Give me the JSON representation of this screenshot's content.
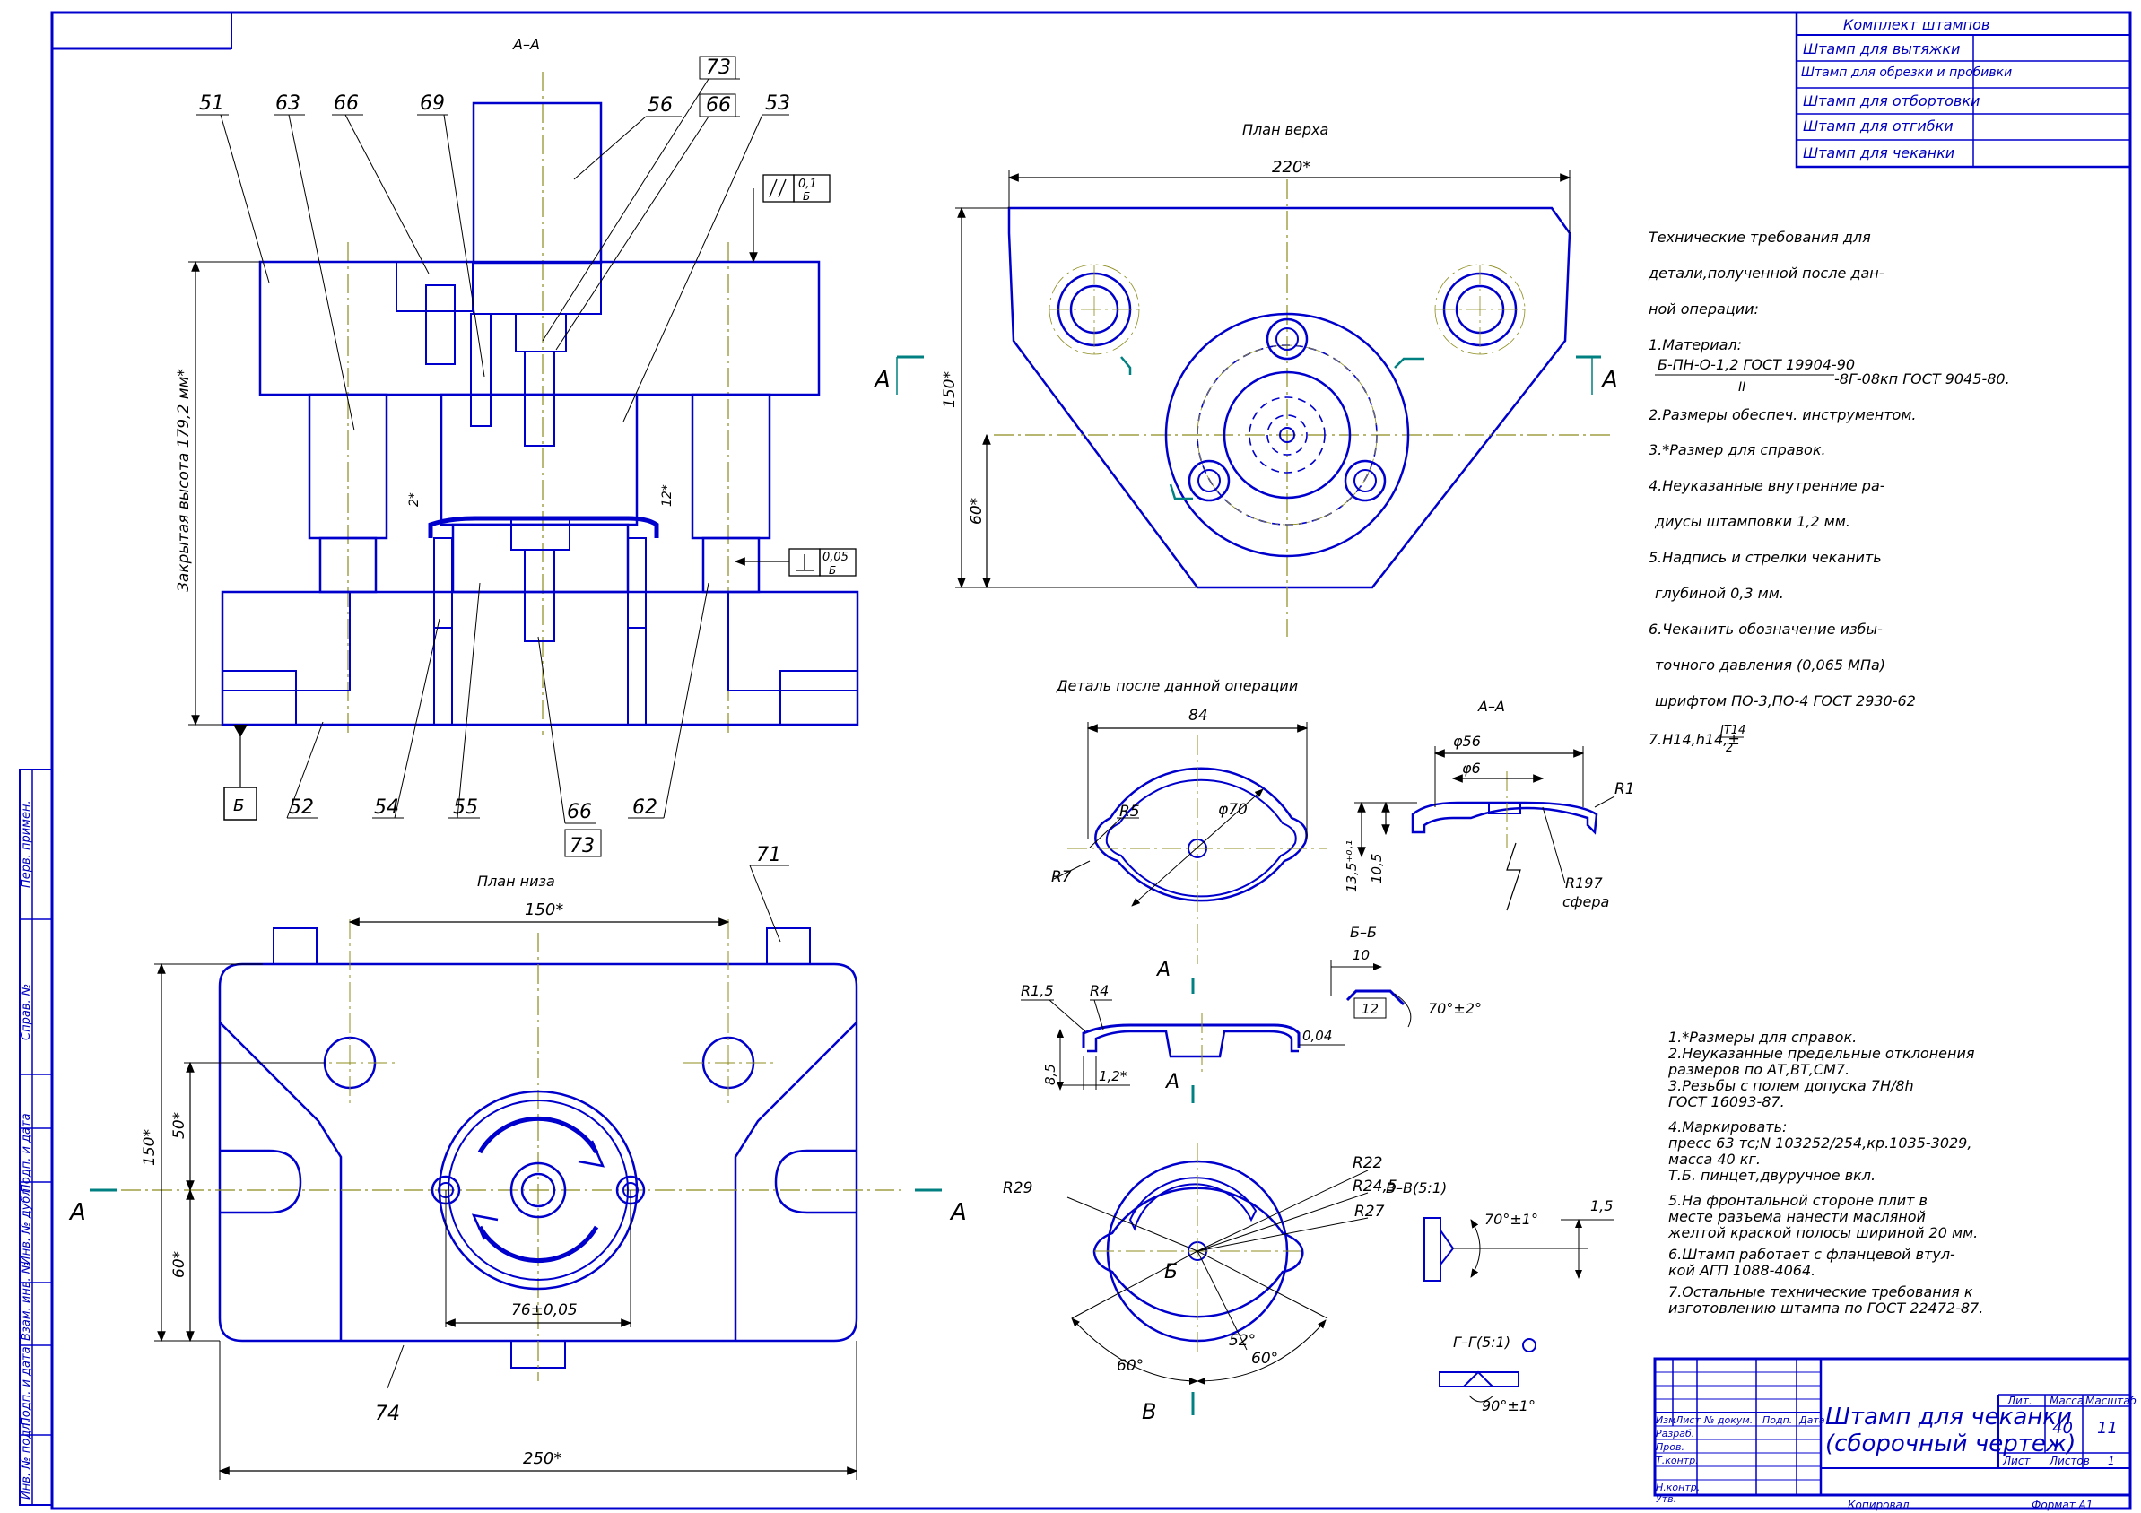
{
  "section_label": "А–А",
  "callouts": [
    "51",
    "63",
    "66",
    "69",
    "73",
    "66",
    "53",
    "56",
    "52",
    "54",
    "55",
    "66",
    "73",
    "62",
    "71",
    "74"
  ],
  "tolerances": {
    "parallel_value": "0,1",
    "parallel_base": "Б",
    "perp_value": "0,05",
    "perp_base": "Б"
  },
  "datum": "Б",
  "closed_height": "Закрытая высота 179,2 мм*",
  "small_dims": [
    "2*",
    "12*"
  ],
  "view_labels": {
    "top_plan": "План верха",
    "bottom_plan": "План низа",
    "part": "Деталь после данной операции",
    "section_aa": "А–А",
    "section_bb_small": "Б–Б",
    "detail_v": "В–В(5:1)",
    "detail_g": "Г–Г(5:1)"
  },
  "cut_letters": {
    "A": "А",
    "B": "Б",
    "V": "В"
  },
  "dims_top": {
    "width": "220*",
    "height": "150*",
    "offset": "60*"
  },
  "dims_bottom": {
    "width150": "150*",
    "width250": "250*",
    "height150": "150*",
    "d50": "50*",
    "d60": "60*",
    "d76": "76±0,05"
  },
  "dims_part": {
    "d84": "84",
    "phi70": "φ70",
    "r5": "R5",
    "r7": "R7",
    "r15": "R1,5",
    "r4": "R4",
    "d85": "8,5",
    "d12": "1,2*",
    "d04": "0,04"
  },
  "dims_aa": {
    "phi56": "φ56",
    "phi6": "φ6",
    "r1": "R1",
    "d135": "13,5⁺⁰·¹",
    "d105": "10,5",
    "r197": "R197",
    "sphere": "сфера"
  },
  "dims_bb": {
    "d10": "10",
    "d12": "12",
    "angle": "70°±2°"
  },
  "dims_bot_part": {
    "r29": "R29",
    "r22": "R22",
    "r245": "R24,5",
    "r27": "R27",
    "a60a": "60°",
    "a52": "52°",
    "a60b": "60°"
  },
  "dims_detail": {
    "angle_v": "70°±1°",
    "val_15": "1,5",
    "angle_g": "90°±1°"
  },
  "kit_table": {
    "header": "Комплект          штампов",
    "rows": [
      "Штамп для вытяжки",
      "Штамп для обрезки и пробивки",
      "Штамп для отбортовки",
      "Штамп для отгибки",
      "Штамп для чеканки"
    ]
  },
  "tech_requirements_1": [
    "Технические требования для",
    "детали,полученной после дан-",
    "ной операции:",
    "1.Материал:",
    "2.Размеры обеспеч. инструментом.",
    "3.*Размер для справок.",
    "4.Неуказанные внутренние ра-",
    "диусы штамповки 1,2 мм.",
    "5.Надпись и стрелки чеканить",
    "глубиной 0,3 мм.",
    "6.Чеканить обозначение избы-",
    "точного давления (0,065 МПа)",
    "шрифтом ПО-3,ПО-4 ГОСТ 2930-62",
    "7.H14,h14,±"
  ],
  "material_line": {
    "numerator": "Б-ПН-О-1,2 ГОСТ 19904-90",
    "denominator": "II",
    "suffix": "-8Г-08кп ГОСТ 9045-80.",
    "it_num": "JT14",
    "it_den": "2"
  },
  "tech_requirements_2": [
    "1.*Размеры для справок.",
    "2.Неуказанные предельные отклонения",
    "   размеров по АТ,ВТ,СМ7.",
    "3.Резьбы с полем допуска 7H/8h",
    "   ГОСТ 16093-87.",
    "4.Маркировать:",
    "   пресс 63 тс;N 103252/254,кр.1035-3029,",
    "   масса 40 кг.",
    "   Т.Б. пинцет,двуручное вкл.",
    "5.На фронтальной стороне плит в",
    "   месте разъема нанести масляной",
    "   желтой краской полосы шириной 20 мм.",
    "6.Штамп работает с фланцевой втул-",
    "   кой АГП 1088-4064.",
    "7.Остальные технические требования к",
    "   изготовлению штампа по ГОСТ 22472-87."
  ],
  "title_block": {
    "title_line1": "Штамп для чеканки",
    "title_line2": "(сборочный чертеж)",
    "col_headers": [
      "Изм",
      "Лист",
      "№ докум.",
      "Подп.",
      "Дата"
    ],
    "row_labels": [
      "Разраб.",
      "Пров.",
      "Т.контр.",
      "",
      "Н.контр.",
      "Утв."
    ],
    "lit": "Лит.",
    "mass": "Масса",
    "scale": "Масштаб",
    "mass_value": "40",
    "scale_value": "11",
    "sheet": "Лист",
    "sheets": "Листов",
    "sheets_value": "1",
    "copied": "Копировал",
    "format": "Формат    А1"
  },
  "side_strip": [
    "Перв. примен.",
    "Справ. №",
    "Подп. и дата",
    "Инв. № дубл.",
    "Взам. инв. №",
    "Подп. и дата",
    "Инв. № подл."
  ]
}
